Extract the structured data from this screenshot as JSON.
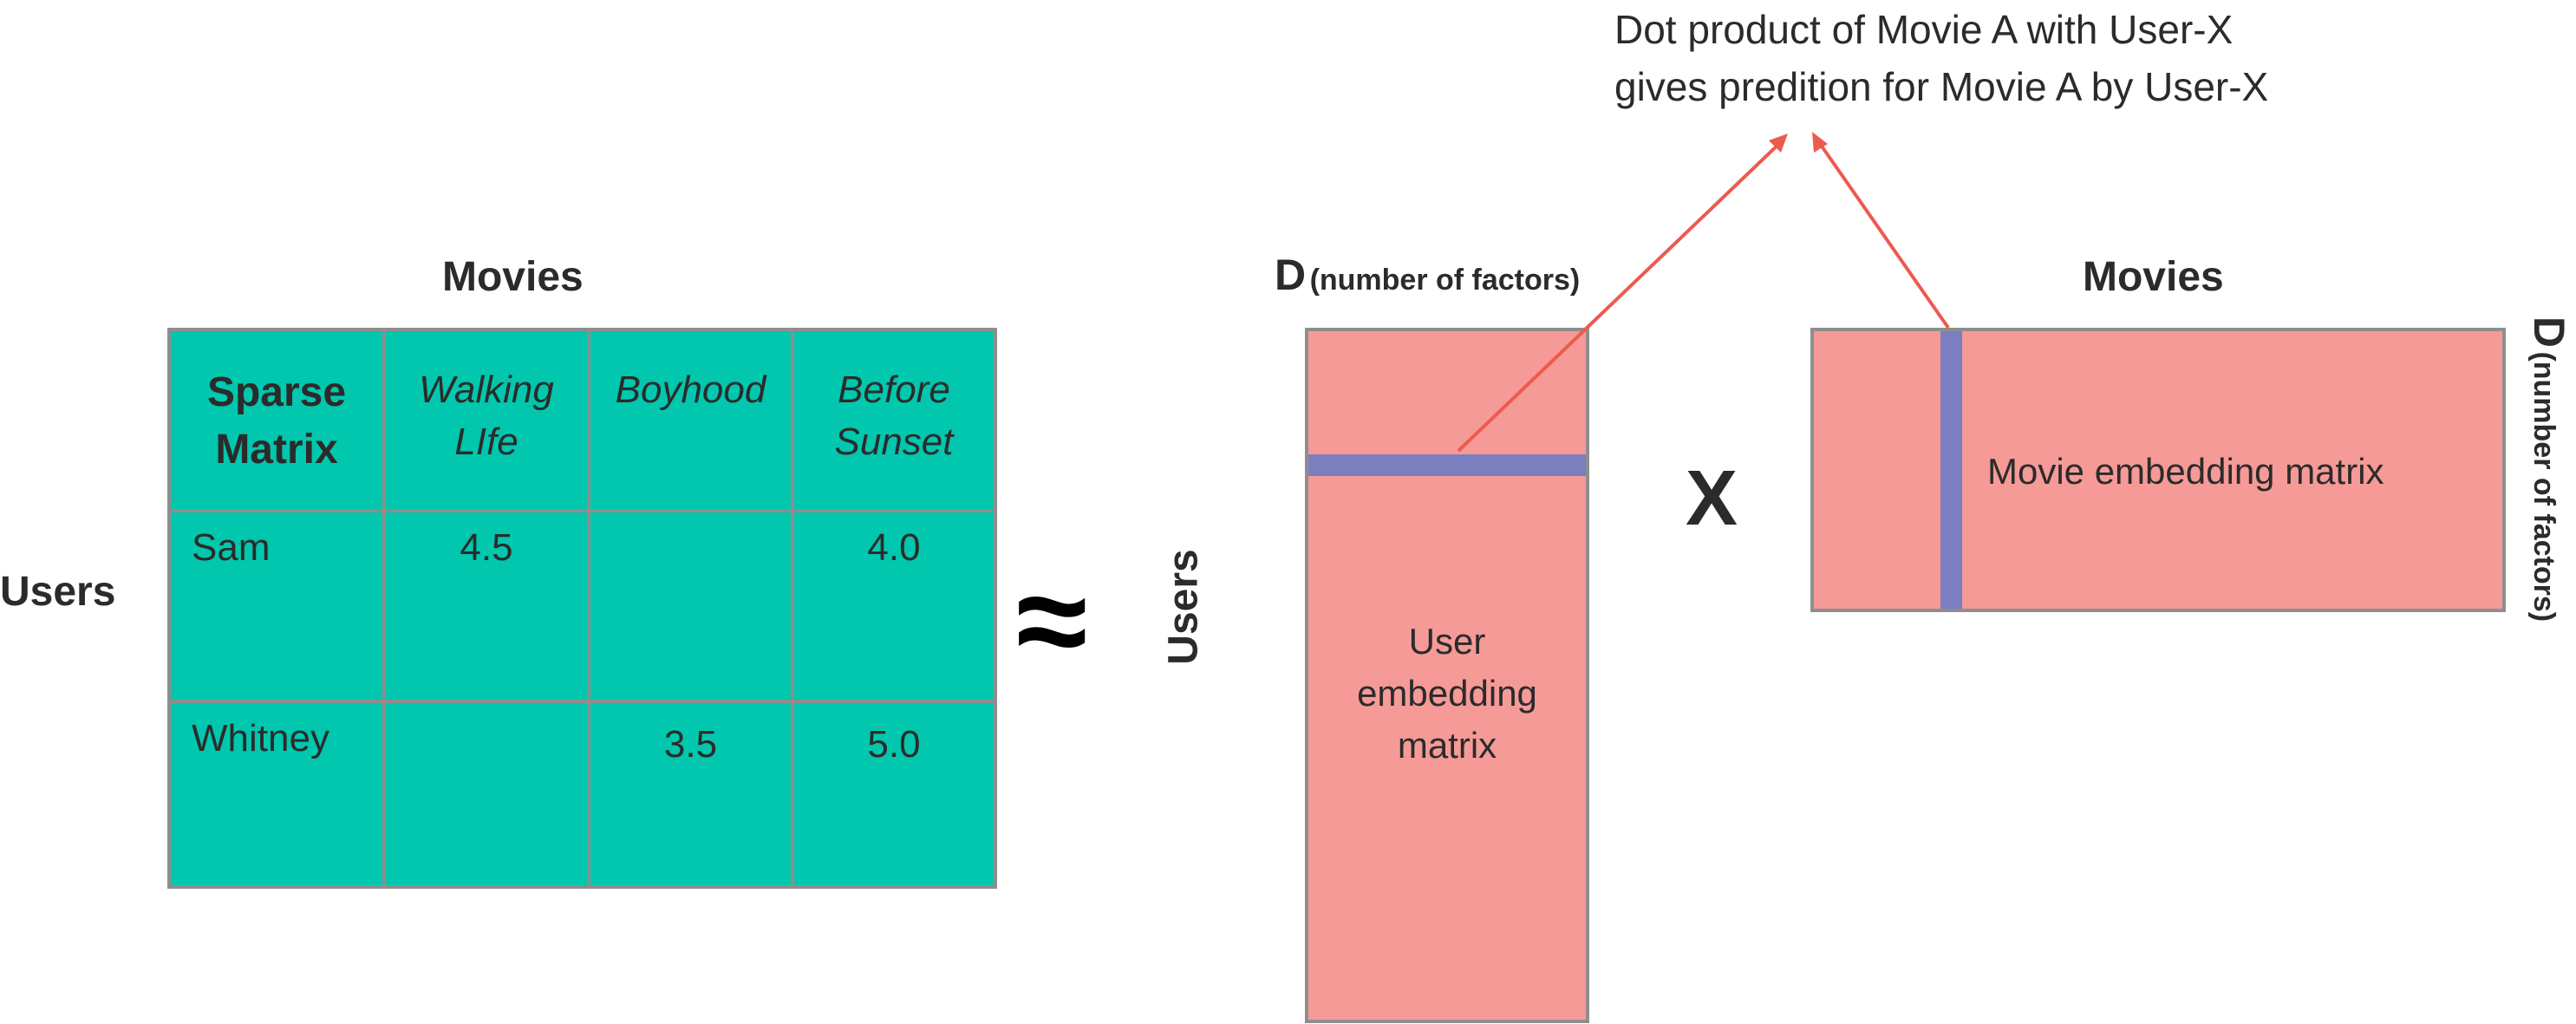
{
  "caption": {
    "line1": "Dot product of Movie A with User-X",
    "line2": "gives predition for Movie A by User-X"
  },
  "sparse": {
    "movies_label": "Movies",
    "users_label": "Users",
    "corner_line1": "Sparse",
    "corner_line2": "Matrix",
    "columns": [
      {
        "line1": "Walking",
        "line2": "LIfe"
      },
      {
        "line1": "Boyhood",
        "line2": ""
      },
      {
        "line1": "Before",
        "line2": "Sunset"
      }
    ],
    "rows": [
      {
        "name": "Sam",
        "values": [
          "4.5",
          "",
          "4.0"
        ]
      },
      {
        "name": "Whitney",
        "values": [
          "",
          "3.5",
          "5.0"
        ]
      }
    ]
  },
  "approx_symbol": "≈",
  "user_matrix": {
    "d_label": "D",
    "d_suffix": "(number of factors)",
    "users_label": "Users",
    "text_line1": "User",
    "text_line2": "embedding",
    "text_line3": "matrix"
  },
  "times_symbol": "X",
  "movie_matrix": {
    "movies_label": "Movies",
    "d_label": "D",
    "d_suffix": "(number of factors)",
    "text": "Movie embedding matrix"
  },
  "colors": {
    "teal": "#00c7ae",
    "salmon": "#f59a97",
    "highlight": "#7b7fc0",
    "arrow": "#ec5a50",
    "border": "#8e8e8e"
  }
}
